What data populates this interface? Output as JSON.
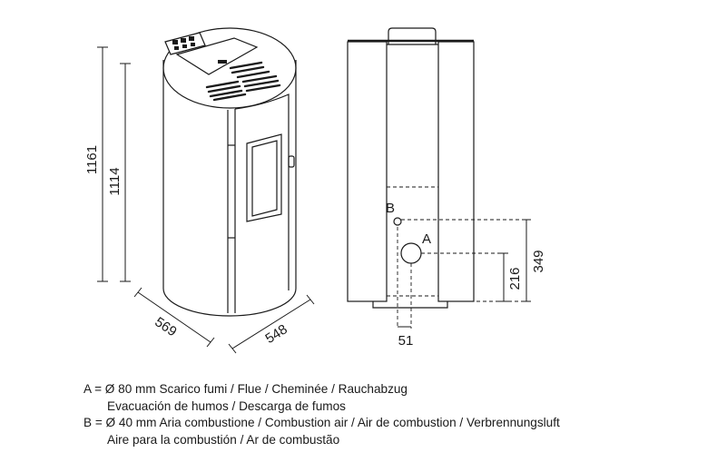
{
  "dimensions": {
    "total_height": "1161",
    "door_height": "1114",
    "depth": "569",
    "width": "548",
    "height_b": "349",
    "height_a": "216",
    "offset_a": "51"
  },
  "points": {
    "a_label": "A",
    "b_label": "B"
  },
  "legend": {
    "a_line1": "A = Ø 80 mm  Scarico fumi / Flue / Cheminée / Rauchabzug",
    "a_line2": "Evacuación de humos / Descarga de fumos",
    "b_line1": "B = Ø 40 mm  Aria combustione / Combustion air / Air de combustion / Verbrennungsluft",
    "b_line2": "Aire para la combustión / Ar de combustão"
  }
}
